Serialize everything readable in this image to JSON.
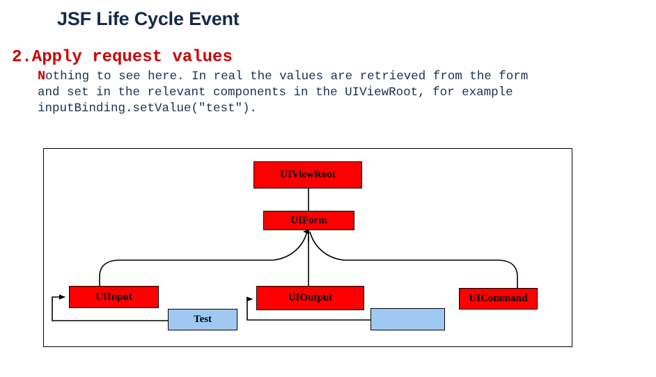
{
  "slide": {
    "title": "JSF Life Cycle Event",
    "title_color": "#15294a",
    "background": "#ffffff"
  },
  "content": {
    "step_heading": "2.Apply request values",
    "body_dropcap": "N",
    "body_text": "othing to see here. In real the values are retrieved from the form\nand set in the relevant components in the UIViewRoot, for example\ninputBinding.setValue(\"test\").",
    "heading_color": "#cc0000",
    "body_color": "#1b3050"
  },
  "diagram": {
    "type": "component-tree",
    "frame_border_color": "#000000",
    "node_red": "#fe0000",
    "node_blue": "#9fc9f3",
    "nodes": [
      {
        "id": "uiviewroot",
        "label": "UIViewRoot",
        "color": "red"
      },
      {
        "id": "uiform",
        "label": "UIForm",
        "color": "red"
      },
      {
        "id": "uiinput",
        "label": "UIInput",
        "color": "red"
      },
      {
        "id": "uioutput",
        "label": "UIOutput",
        "color": "red"
      },
      {
        "id": "uicommand",
        "label": "UICommand",
        "color": "red"
      },
      {
        "id": "test",
        "label": "Test",
        "color": "blue"
      },
      {
        "id": "blank",
        "label": "",
        "color": "blue"
      }
    ]
  }
}
